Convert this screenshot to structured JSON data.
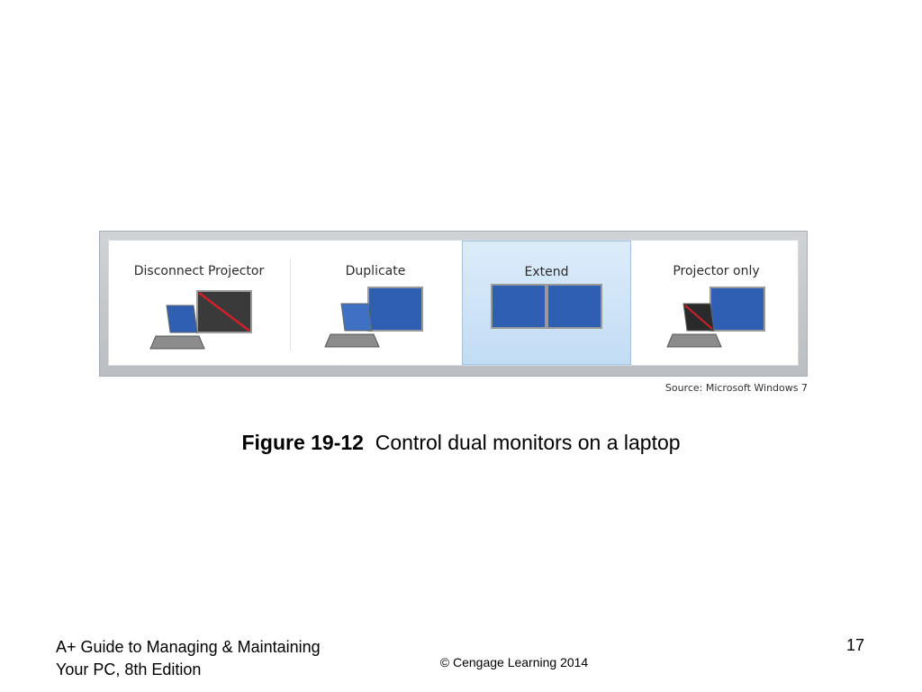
{
  "figure": {
    "options": [
      {
        "label": "Disconnect Projector",
        "icon": "laptop-with-disconnected-monitor-icon",
        "selected": false
      },
      {
        "label": "Duplicate",
        "icon": "laptop-with-duplicate-monitor-icon",
        "selected": false
      },
      {
        "label": "Extend",
        "icon": "extended-dual-monitor-icon",
        "selected": true
      },
      {
        "label": "Projector only",
        "icon": "projector-only-icon",
        "selected": false
      }
    ],
    "source": "Source: Microsoft Windows 7",
    "colors": {
      "screen_blue": "#2f5fb0",
      "selection": "#c9e0f6",
      "disconnect_line": "#d0202a"
    }
  },
  "caption": {
    "number": "Figure 19-12",
    "text": "Control dual monitors on a laptop"
  },
  "footer": {
    "book_line1": "A+ Guide to Managing & Maintaining",
    "book_line2": "Your PC, 8th Edition",
    "copyright": "© Cengage Learning  2014",
    "page": "17"
  }
}
